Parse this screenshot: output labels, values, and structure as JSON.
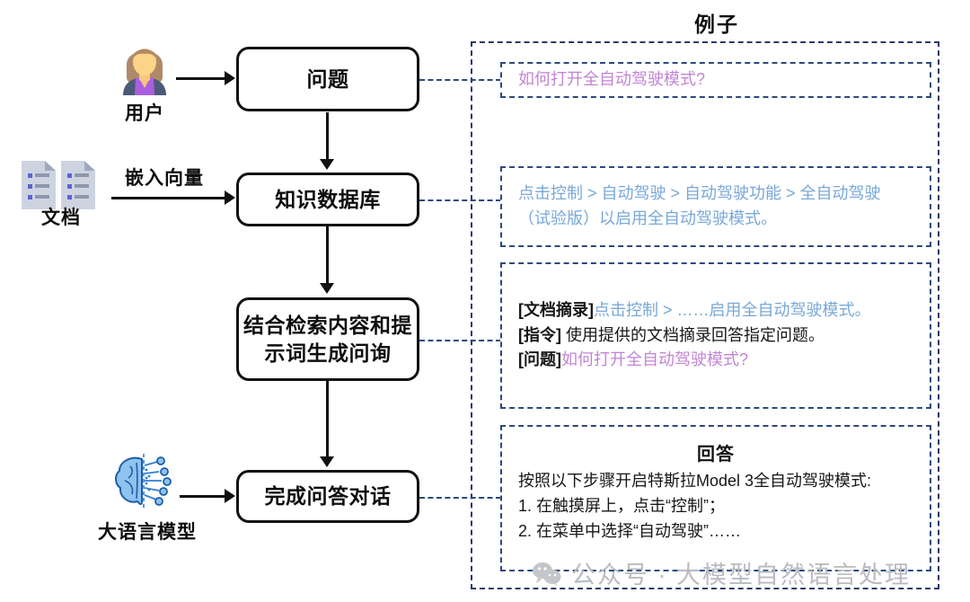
{
  "flow": {
    "nodes": [
      {
        "id": "question",
        "label": "问题"
      },
      {
        "id": "knowledge",
        "label": "知识数据库"
      },
      {
        "id": "compose",
        "label": "结合检索内容和提\n示词生成问询"
      },
      {
        "id": "answer",
        "label": "完成问答对话"
      }
    ],
    "edge_labels": {
      "embedding": "嵌入向量"
    }
  },
  "sources": {
    "user": {
      "label": "用户",
      "icon": "user-avatar-icon"
    },
    "docs": {
      "label": "文档",
      "icon": "documents-icon"
    },
    "llm": {
      "label": "大语言模型",
      "icon": "brain-ai-icon"
    }
  },
  "examples": {
    "title": "例子",
    "box1": {
      "text": "如何打开全自动驾驶模式?",
      "color": "#c284d4"
    },
    "box2": {
      "line1": "点击控制 > 自动驾驶 > 自动驾驶功能 > 全自动驾驶",
      "line2": "（试验版）以启用全自动驾驶模式。",
      "color": "#78a8d8"
    },
    "box3": {
      "rows": [
        {
          "tag": "[文档摘录]",
          "text": "点击控制 > ……启用全自动驾驶模式。",
          "text_color": "#78a8d8"
        },
        {
          "tag": "[指令]",
          "text": " 使用提供的文档摘录回答指定问题。",
          "text_color": "#161616"
        },
        {
          "tag": "[问题]",
          "text": "如何打开全自动驾驶模式?",
          "text_color": "#c284d4"
        }
      ]
    },
    "box4": {
      "heading": "回答",
      "lead": "按照以下步骤开启特斯拉Model 3全自动驾驶模式:",
      "steps": [
        "1. 在触摸屏上，点击“控制”；",
        "2. 在菜单中选择“自动驾驶”……"
      ]
    }
  },
  "watermark": {
    "text": "公众号 · 大模型自然语言处理",
    "icon": "wechat-icon"
  },
  "colors": {
    "stroke": "#121212",
    "dash_outer": "#2b3a67",
    "dash_inner": "#2b4a7d",
    "purple": "#c284d4",
    "blue": "#78a8d8"
  }
}
